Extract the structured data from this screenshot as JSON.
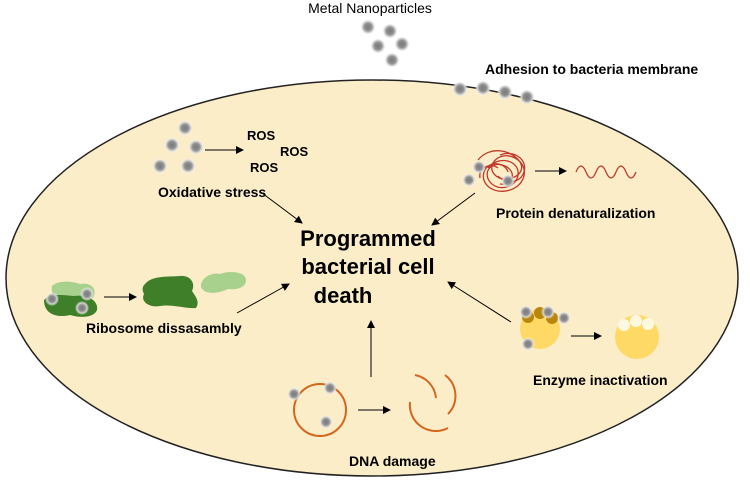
{
  "labels": {
    "metal_nanoparticles": "Metal Nanoparticles",
    "adhesion": "Adhesion to bacteria membrane",
    "ros_1": "ROS",
    "ros_2": "ROS",
    "ros_3": "ROS",
    "oxidative_stress": "Oxidative stress",
    "protein_denaturalization": "Protein denaturalization",
    "center_line1": "Programmed",
    "center_line2": "bacterial cell",
    "center_line3": "death",
    "ribosome": "Ribosome dissasambly",
    "enzyme": "Enzyme inactivation",
    "dna": "DNA damage"
  },
  "colors": {
    "cell_fill": "#fcedc9",
    "cell_stroke": "#222222",
    "nanoparticle_core": "#8c8c8c",
    "nanoparticle_glow": "#cfcfcf",
    "protein": "#c0392b",
    "ribosome_dark": "#3f7f2a",
    "ribosome_light": "#a9d18e",
    "enzyme_fill": "#ffd966",
    "enzyme_dots": "#b8860b",
    "dna": "#d4661e"
  },
  "icons": [
    "nanoparticle-icon",
    "protein-coil-icon",
    "ribosome-icon",
    "enzyme-icon",
    "dna-ring-icon",
    "arrow-icon"
  ]
}
